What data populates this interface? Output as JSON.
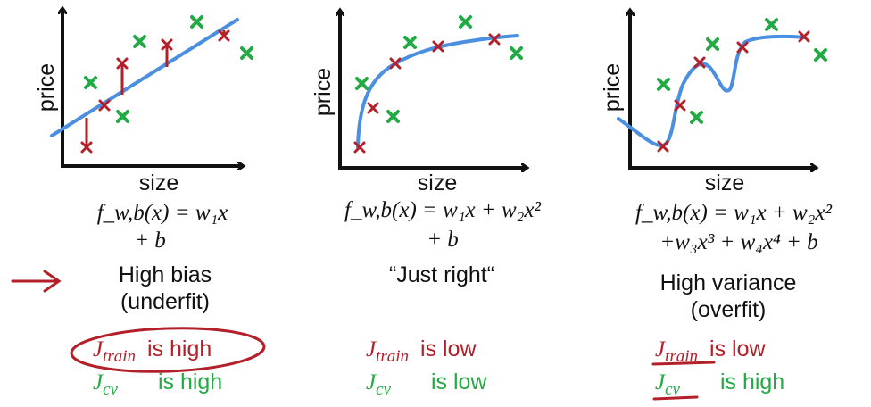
{
  "panels": [
    {
      "id": "left",
      "ylabel": "price",
      "xlabel": "size",
      "equation_line1": "f_w,b(x) = w₁x",
      "equation_line2": "+ b",
      "title_line1": "High bias",
      "title_line2": "(underfit)",
      "train_symbol": "J",
      "train_sub": "train",
      "train_status": "is high",
      "cv_symbol": "J",
      "cv_sub": "cv",
      "cv_status": "is high"
    },
    {
      "id": "middle",
      "ylabel": "price",
      "xlabel": "size",
      "equation_line1": "f_w,b(x) = w₁x + w₂x²",
      "equation_line2": "+ b",
      "title_line1": "“Just right“",
      "train_symbol": "J",
      "train_sub": "train",
      "train_status": "is low",
      "cv_symbol": "J",
      "cv_sub": "cv",
      "cv_status": "is low"
    },
    {
      "id": "right",
      "ylabel": "price",
      "xlabel": "size",
      "equation_line1": "f_w,b(x) = w₁x + w₂x²",
      "equation_line2": "+w₃x³ + w₄x⁴ + b",
      "title_line1": "High variance",
      "title_line2": "(overfit)",
      "train_symbol": "J",
      "train_sub": "train",
      "train_status": "is low",
      "cv_symbol": "J",
      "cv_sub": "cv",
      "cv_status": "is high"
    }
  ],
  "colors": {
    "axis": "#111111",
    "fit_line": "#4a8fe0",
    "train_marker": "#b3202a",
    "cv_marker": "#22aa44",
    "annotation": "#b3202a",
    "text": "#111111"
  }
}
